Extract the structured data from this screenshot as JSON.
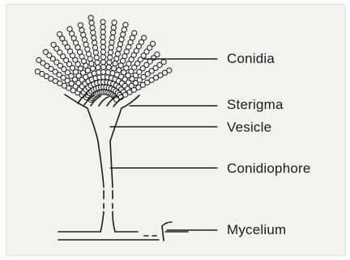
{
  "labels": {
    "conidia": "Conidia",
    "sterigma": "Sterigma",
    "vesicle": "Vesicle",
    "conidiophore": "Conidiophore",
    "mycelium": "Mycelium"
  },
  "colors": {
    "ink": "#1c1c1c",
    "paper": "#f2f2ef"
  }
}
